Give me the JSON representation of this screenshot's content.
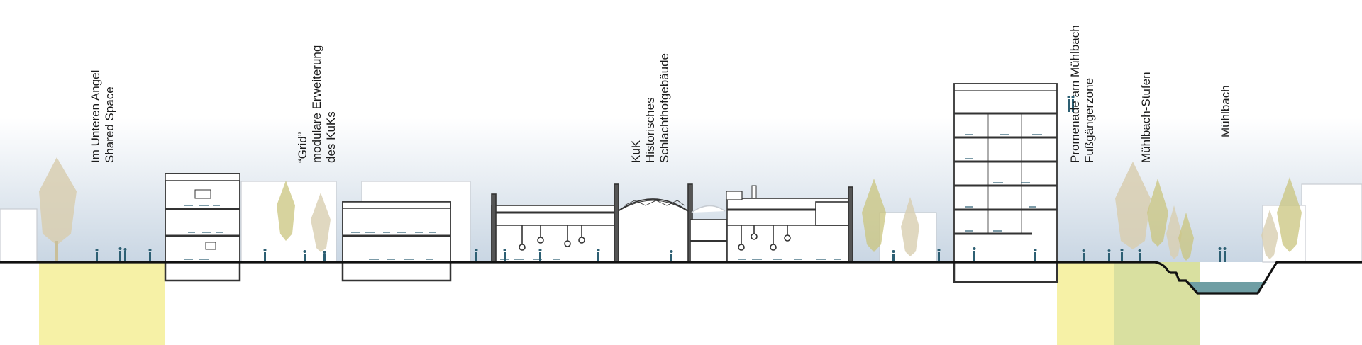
{
  "labels": [
    {
      "id": "shared-space",
      "lines": [
        "Im Unteren Angel",
        "Shared Space"
      ]
    },
    {
      "id": "grid",
      "lines": [
        "“Grid”",
        "modulare Erweiterung",
        "des KuKs"
      ]
    },
    {
      "id": "kuk",
      "lines": [
        "KuK",
        "Historisches",
        "Schlachthofgebäude"
      ]
    },
    {
      "id": "promenade",
      "lines": [
        "Promenade am Mühlbach",
        "Fußgängerzone"
      ]
    },
    {
      "id": "stufen",
      "lines": [
        "Mühlbach-Stufen"
      ]
    },
    {
      "id": "muehlbach",
      "lines": [
        "Mühlbach"
      ]
    }
  ],
  "colors": {
    "sky_top": "#ffffff",
    "sky_bottom": "#c9d6e3",
    "building_line": "#333333",
    "ground_line": "#111111",
    "zone_yellow": "#f6f1a6",
    "zone_green": "#d9e0a0",
    "water": "#6f9ea4",
    "tree_beige": "#d8ceb0",
    "tree_olive": "#c9c47e",
    "people": "#2d5f73"
  }
}
